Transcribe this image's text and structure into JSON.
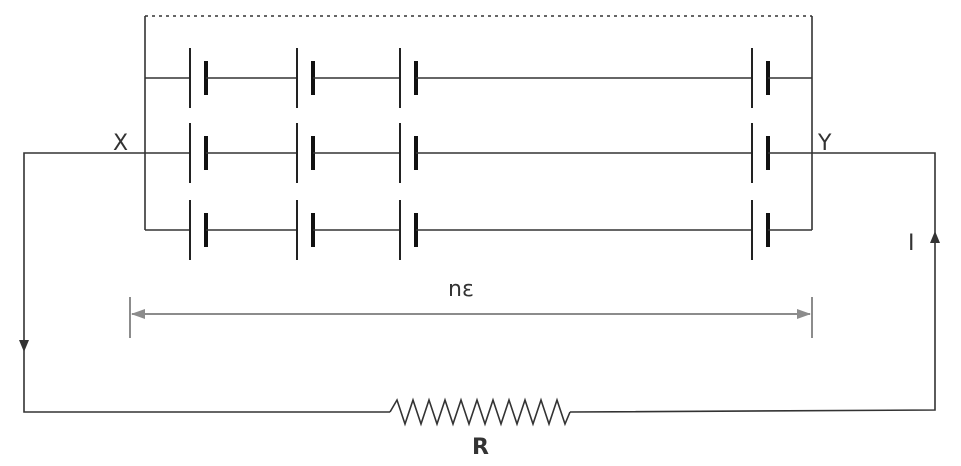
{
  "diagram": {
    "labels": {
      "node_x": "X",
      "node_y": "Y",
      "current": "I",
      "emf": "nε",
      "resistor": "R"
    },
    "rows": 3,
    "cells_per_row_shown": 4,
    "colors": {
      "wire": "#333333",
      "dimension": "#8c8c8c"
    }
  }
}
